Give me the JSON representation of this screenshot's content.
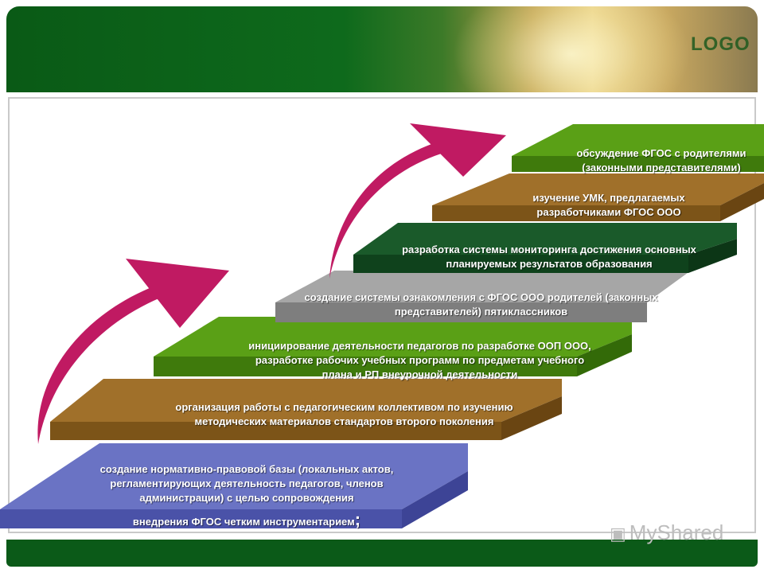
{
  "header": {
    "logo": "LOGO"
  },
  "steps": [
    {
      "text": "создание нормативно-правовой базы (локальных актов, регламентирующих деятельность педагогов, членов администрации) с целью сопровождения",
      "text2": "внедрения ФГОС четким инструментарием",
      "mark": ";",
      "color": "#6a73c4"
    },
    {
      "text": "организация работы с педагогическим коллективом по изучению методических материалов стандартов второго поколения",
      "color": "#a0702a"
    },
    {
      "text": "инициирование деятельности педагогов по разработке ООП ООО, разработке рабочих учебных программ по предметам учебного плана и РП внеурочной деятельности",
      "color": "#5aa016"
    },
    {
      "text": "создание системы ознакомления с ФГОС ООО родителей (законных представителей) пятиклассников",
      "color": "#a6a6a6"
    },
    {
      "text": "разработка системы мониторинга достижения основных планируемых результатов образования",
      "color": "#1a5a2a"
    },
    {
      "text": "изучение УМК, предлагаемых разработчиками ФГОС ООО",
      "color": "#a0702a"
    },
    {
      "text": "обсуждение ФГОС с родителями (законными представителями)",
      "color": "#5aa016"
    }
  ],
  "arrow_color": "#c01a62",
  "watermark": "MyShared"
}
